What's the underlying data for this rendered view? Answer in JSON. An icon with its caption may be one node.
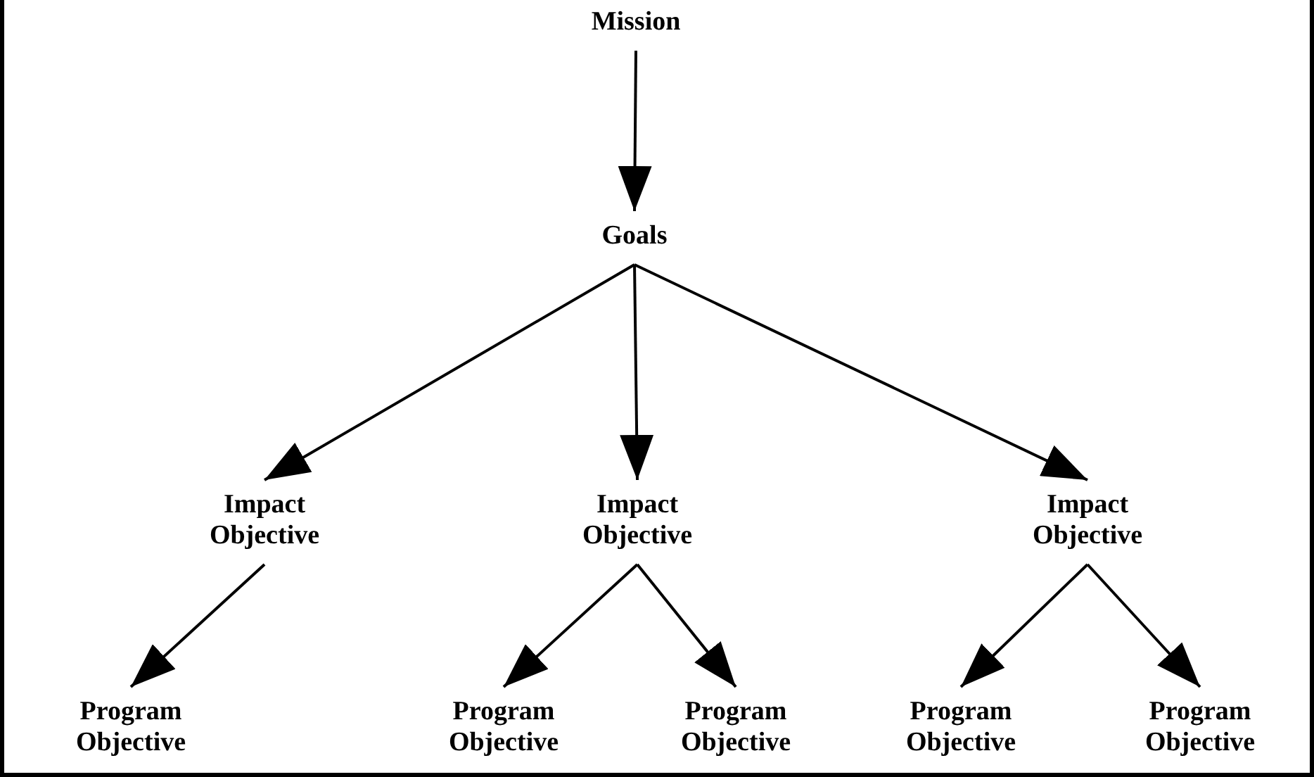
{
  "diagram": {
    "nodes": [
      {
        "text": [
          "Mission"
        ]
      },
      {
        "text": [
          "Goals"
        ]
      },
      {
        "text": [
          "Impact Objective"
        ]
      },
      {
        "text": [
          "Impact Objective"
        ]
      },
      {
        "text": [
          "Impact Objective"
        ]
      },
      {
        "text": [
          "Program Objective"
        ]
      },
      {
        "text": [
          "Program Objective"
        ]
      },
      {
        "text": [
          "Program Objective"
        ]
      },
      {
        "text": [
          "Program Objective"
        ]
      },
      {
        "text": [
          "Program Objective"
        ]
      }
    ],
    "edges": [
      {
        "from": 0,
        "to": 1,
        "arrow": "to"
      },
      {
        "from": 1,
        "to": 2,
        "arrow": "to"
      },
      {
        "from": 1,
        "to": 3,
        "arrow": "to"
      },
      {
        "from": 1,
        "to": 4,
        "arrow": "to"
      },
      {
        "from": 2,
        "to": 5,
        "arrow": "to"
      },
      {
        "from": 3,
        "to": 6,
        "arrow": "to"
      },
      {
        "from": 3,
        "to": 7,
        "arrow": "to"
      },
      {
        "from": 4,
        "to": 8,
        "arrow": "to"
      },
      {
        "from": 4,
        "to": 9,
        "arrow": "to"
      }
    ]
  }
}
